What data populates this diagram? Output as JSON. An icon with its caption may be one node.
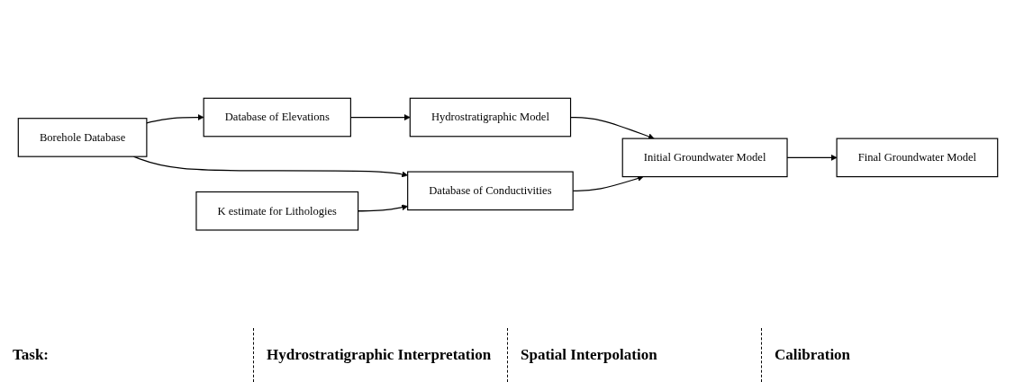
{
  "diagram": {
    "nodes": [
      {
        "text": [
          "Borehole Database"
        ]
      },
      {
        "text": [
          "K estimate for Lithologies"
        ]
      },
      {
        "text": [
          "Database of Elevations"
        ]
      },
      {
        "text": [
          "Database of Conductivities"
        ]
      },
      {
        "text": [
          "Hydrostratigraphic Model"
        ]
      },
      {
        "text": [
          "Initial Groundwater Model"
        ]
      },
      {
        "text": [
          "Final Groundwater Model"
        ]
      }
    ],
    "edges": [
      {
        "from": 0,
        "to": 2,
        "arrow": "to"
      },
      {
        "from": 0,
        "to": 3,
        "arrow": "to"
      },
      {
        "from": 1,
        "to": 3,
        "arrow": "to"
      },
      {
        "from": 2,
        "to": 4,
        "arrow": "to"
      },
      {
        "from": 4,
        "to": 5,
        "arrow": "to"
      },
      {
        "from": 3,
        "to": 5,
        "arrow": "to"
      },
      {
        "from": 5,
        "to": 6,
        "arrow": "to"
      }
    ],
    "labels": [
      "Task:",
      "Hydrostratigraphic Interpretation",
      "Spatial Interpolation",
      "Calibration"
    ]
  }
}
